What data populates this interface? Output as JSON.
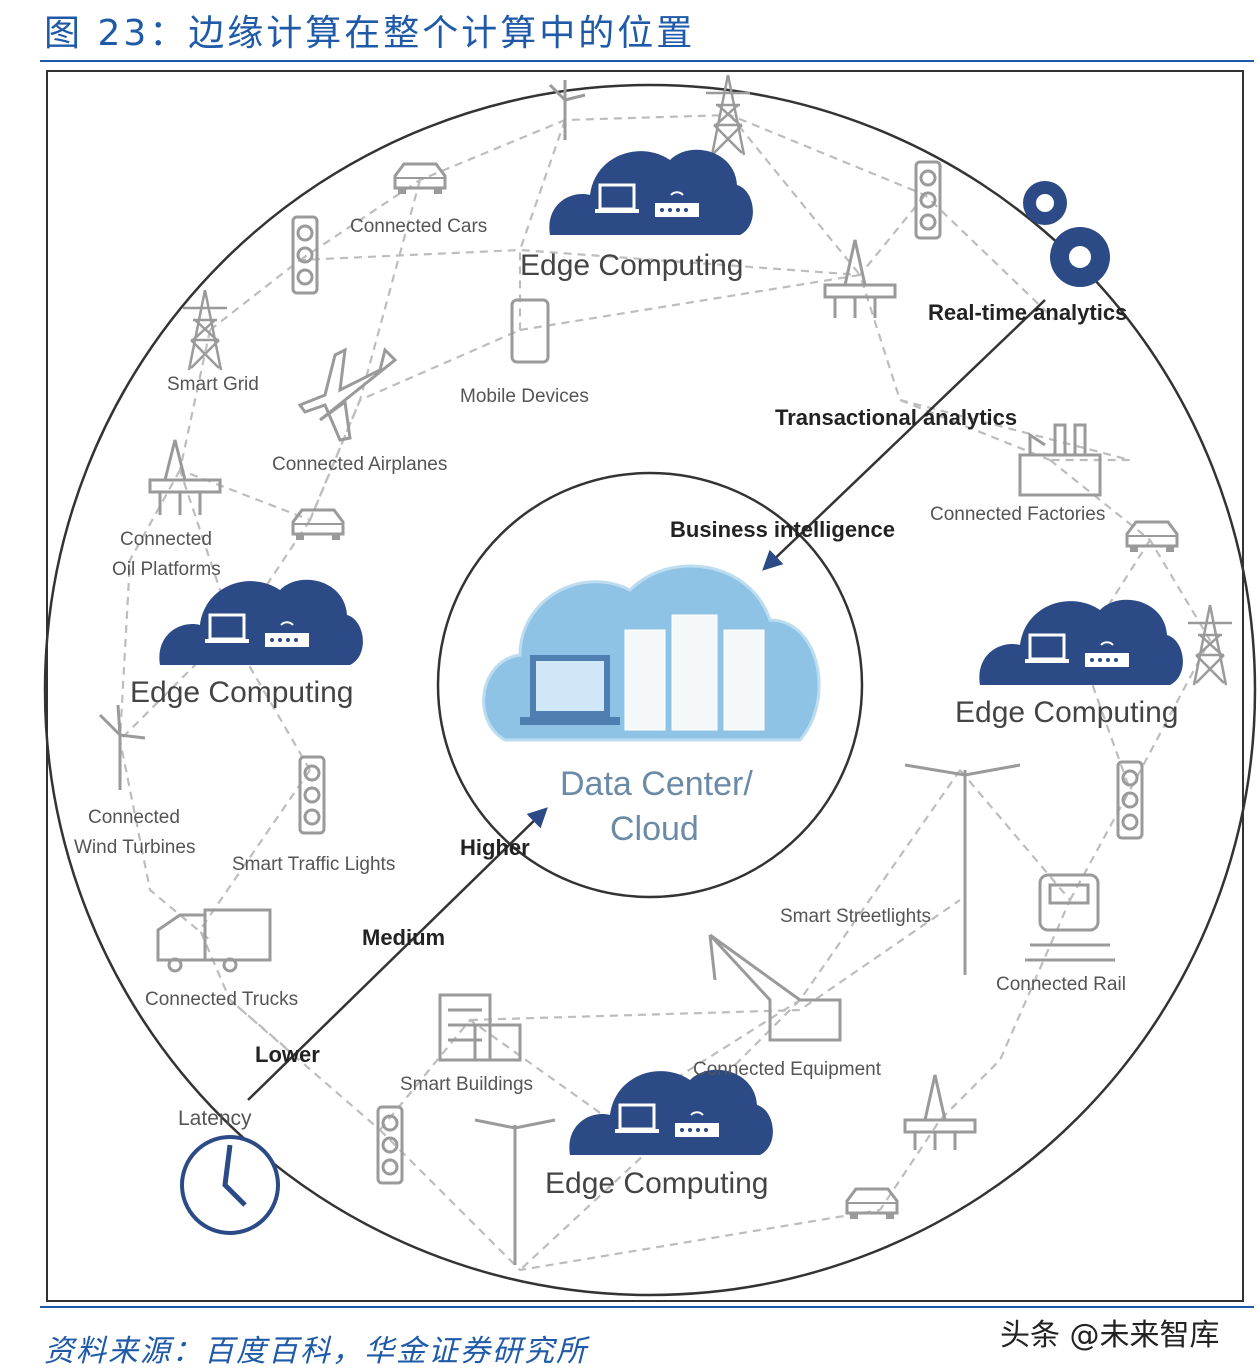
{
  "header": {
    "title": "图 23：边缘计算在整个计算中的位置"
  },
  "footer": {
    "source": "资料来源：百度百科，华金证券研究所",
    "watermark": "头条 @未来智库"
  },
  "diagram": {
    "center": {
      "line1": "Data Center/",
      "line2": "Cloud"
    },
    "edge_label": "Edge Computing",
    "analytics": {
      "realtime": "Real-time analytics",
      "transactional": "Transactional analytics",
      "business": "Business intelligence"
    },
    "latency": {
      "title": "Latency",
      "lower": "Lower",
      "medium": "Medium",
      "higher": "Higher"
    },
    "devices": {
      "cars": "Connected Cars",
      "mobile": "Mobile Devices",
      "smart_grid": "Smart Grid",
      "airplanes": "Connected Airplanes",
      "oil1": "Connected",
      "oil2": "Oil Platforms",
      "wind1": "Connected",
      "wind2": "Wind Turbines",
      "traffic": "Smart Traffic Lights",
      "trucks": "Connected Trucks",
      "buildings": "Smart Buildings",
      "equipment": "Connected Equipment",
      "streetlights": "Smart Streetlights",
      "rail": "Connected Rail",
      "factories": "Connected Factories"
    },
    "colors": {
      "cloud_dark": "#2b4a86",
      "cloud_light": "#8fc3e6",
      "accent": "#1f5aa8",
      "dashes": "#b0b0b0"
    }
  }
}
